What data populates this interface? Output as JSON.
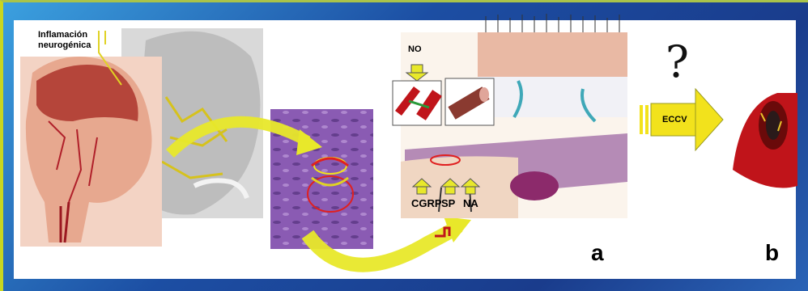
{
  "labels": {
    "neuro_line1": "Inflamación",
    "neuro_line2": "neurogénica",
    "no": "NO",
    "cgrp": "CGRP",
    "sp": "SP",
    "na": "NA",
    "eccv": "ECCV",
    "question": "?",
    "panel_a": "a",
    "panel_b": "b"
  },
  "colors": {
    "arrow_yellow": "#e8e82a",
    "frame_blue": "#1c4ea3",
    "frame_green": "#c8d620",
    "vessel_red": "#c0141a"
  }
}
